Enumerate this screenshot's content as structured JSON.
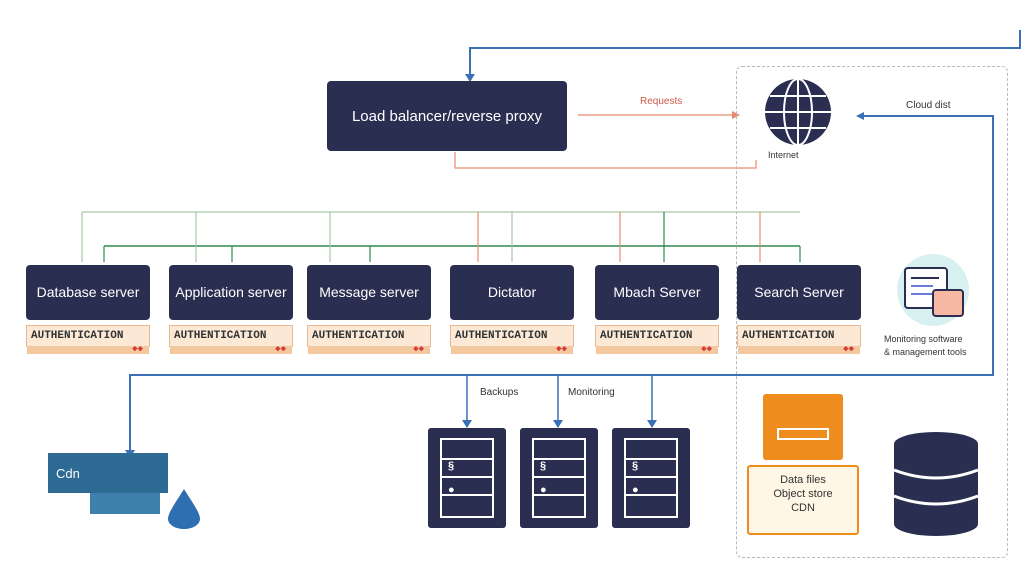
{
  "top_label": "Load balancer/reverse proxy",
  "internet_label": "Internet",
  "arrow_top_label": "Requests",
  "cloud_label": "Cloud dist",
  "servers": [
    {
      "name": "Database server",
      "strip": "AUTHENTICATION"
    },
    {
      "name": "Application server",
      "strip": "AUTHENTICATION"
    },
    {
      "name": "Message server",
      "strip": "AUTHENTICATION"
    },
    {
      "name": "Dictator",
      "strip": "AUTHENTICATION"
    },
    {
      "name": "Mbach Server",
      "strip": "AUTHENTICATION"
    },
    {
      "name": "Search Server",
      "strip": "AUTHENTICATION"
    }
  ],
  "bottom_left_label": "Cdn",
  "mid_labels": [
    "Backups",
    "Monitoring"
  ],
  "cache_text": [
    "Data files",
    "Object store",
    "CDN"
  ],
  "side_text": [
    "Monitoring software",
    "& management tools"
  ],
  "colors": {
    "navy": "#2a2f52",
    "blue_line": "#3b6fb6",
    "green_line": "#2d8a4e",
    "salmon_line": "#e88a6f",
    "orange": "#ef8c1e"
  }
}
